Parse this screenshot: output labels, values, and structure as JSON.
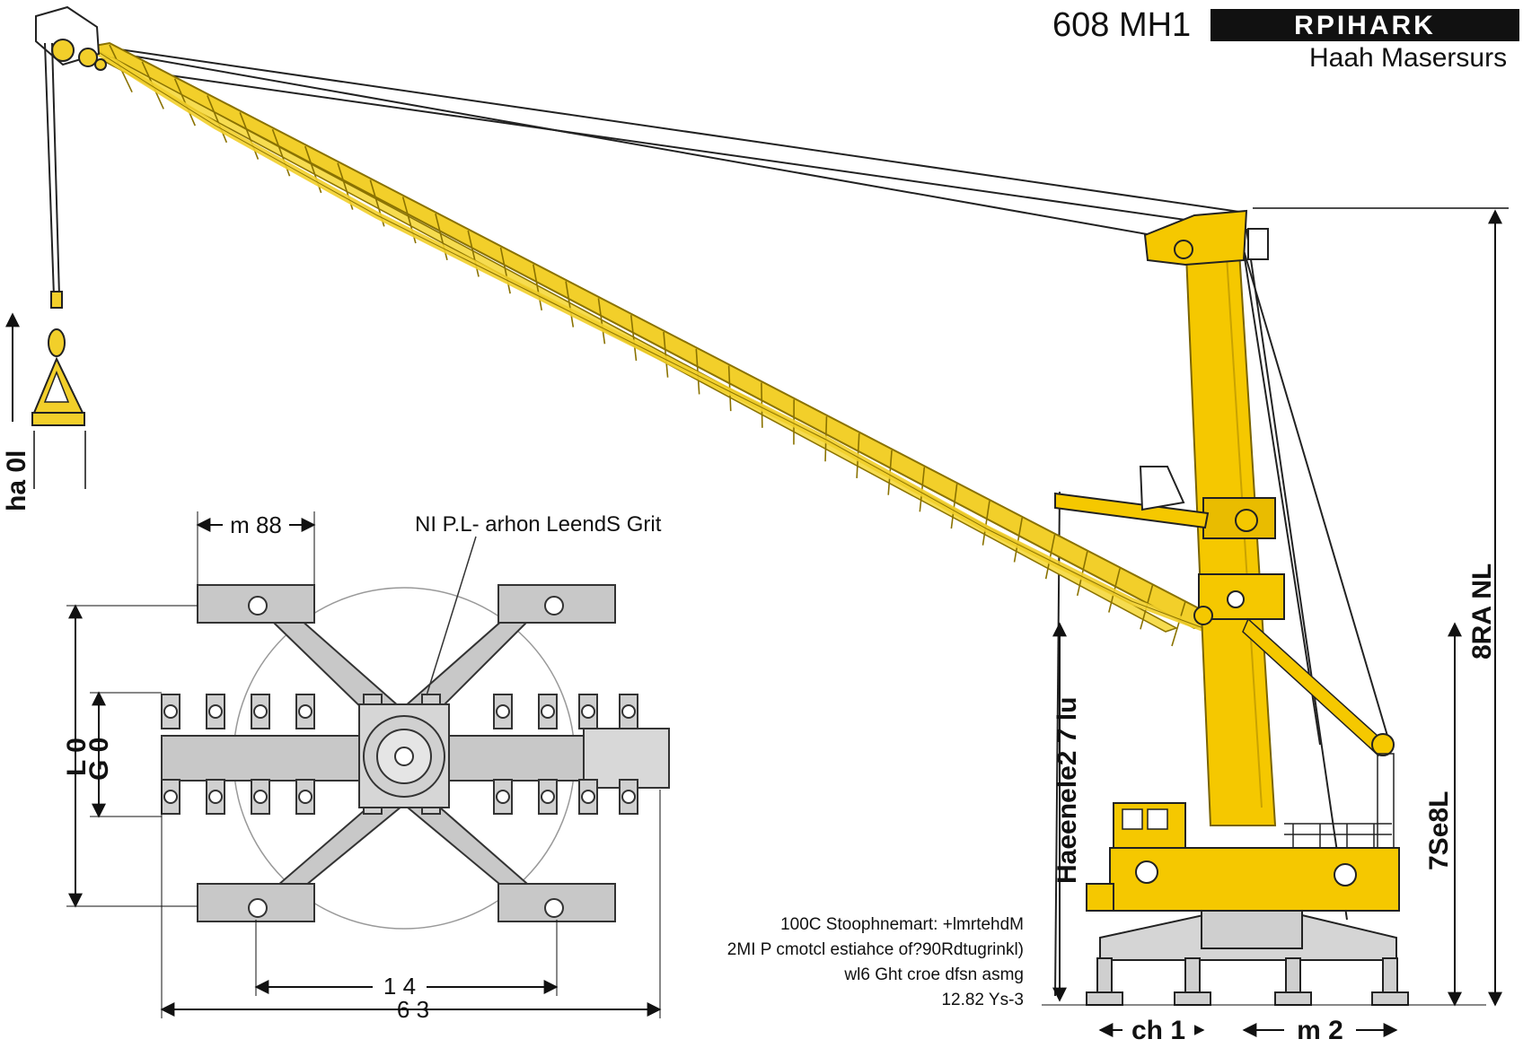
{
  "header": {
    "model": "608 MH1",
    "logo_text": "RPIHARK",
    "subtitle": "Haah Masersurs"
  },
  "colors": {
    "boom": "#f2cf2a",
    "boom_stroke": "#8a7200",
    "tower": "#f5c800",
    "chassis": "#f2c400",
    "plan_fill": "#c8c8c8",
    "plan_stroke": "#333333",
    "line": "#111111"
  },
  "dimensions": {
    "hook_height": "ha 0l",
    "plan_width_top": "m 88",
    "plan_left_outer": "L 0",
    "plan_left_inner": "G 0",
    "plan_span_inner": "1 4",
    "plan_span_outer": "6 3",
    "tower_height": "Haeenele2 7 lu",
    "total_height": "8RA NL",
    "base_height": "7Se8L",
    "track_left": "ch 1",
    "track_right": "m 2"
  },
  "callout": {
    "label": "NI P.L- arhon LeendS Grit"
  },
  "notes": {
    "line1": "100C Stoophnemart: +lmrtehdM",
    "line2": "2MI P cmotcl estiahce of?90Rdtugrinkl)",
    "line3": "wl6 Ght  croe dfsn asmg",
    "line4": "12.82 Ys-3"
  },
  "icons": [
    "hook-block-icon",
    "slewing-ring-icon",
    "outrigger-pad-icon",
    "arrow-icon"
  ]
}
